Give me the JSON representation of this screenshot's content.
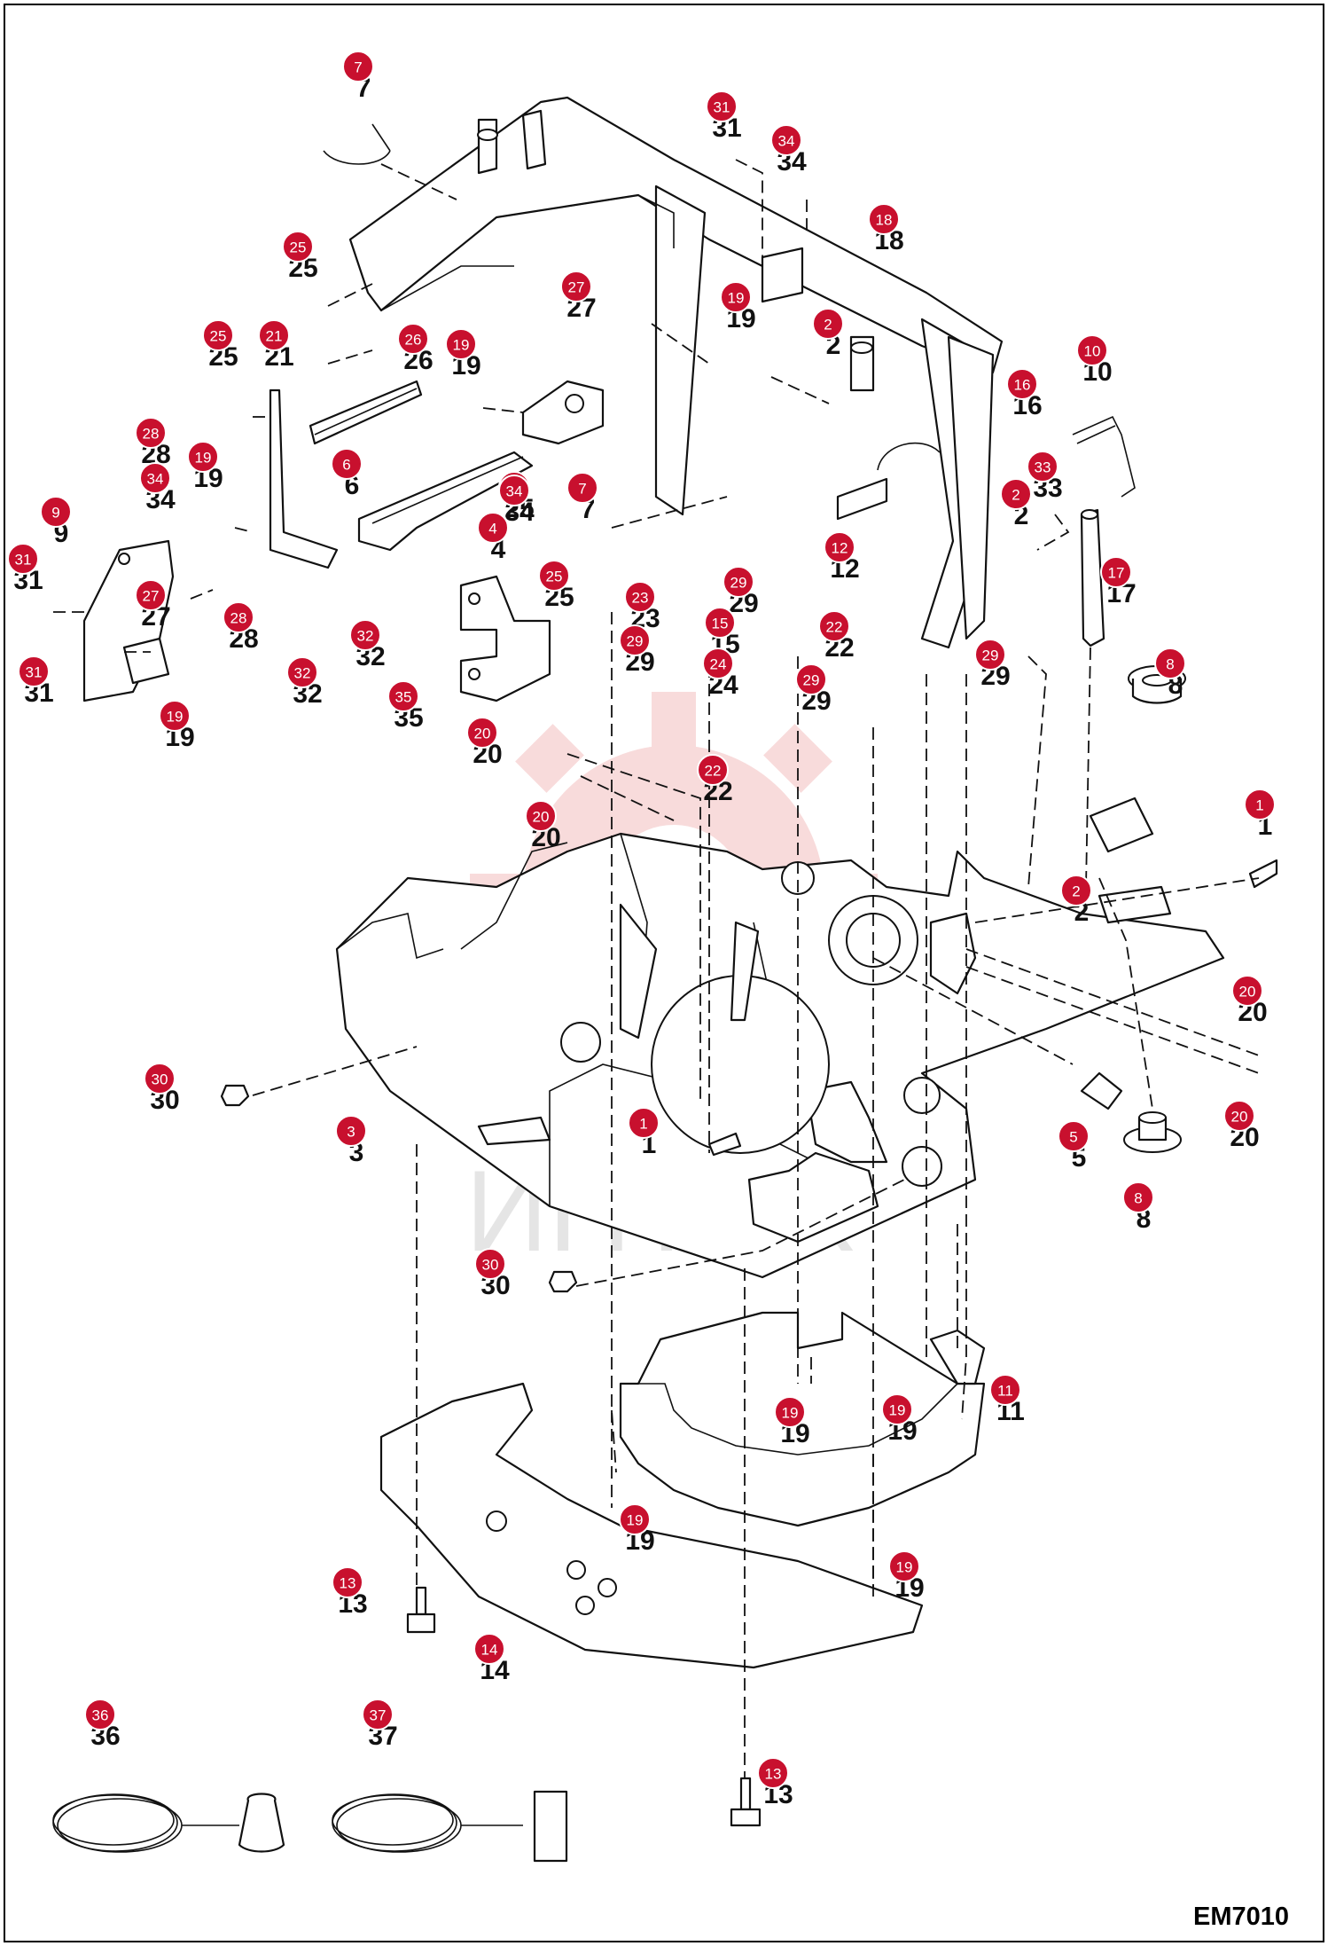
{
  "diagram_code": "EM7010",
  "watermark": {
    "text": "ИНТЕХ",
    "color": "#e8a0a0"
  },
  "colors": {
    "marker": "#c8102e",
    "line": "#111111"
  },
  "callouts": [
    {
      "n": "7"
    },
    {
      "n": "31"
    },
    {
      "n": "34"
    },
    {
      "n": "18"
    },
    {
      "n": "25"
    },
    {
      "n": "27"
    },
    {
      "n": "19"
    },
    {
      "n": "2"
    },
    {
      "n": "25"
    },
    {
      "n": "21"
    },
    {
      "n": "26"
    },
    {
      "n": "19"
    },
    {
      "n": "10"
    },
    {
      "n": "16"
    },
    {
      "n": "28"
    },
    {
      "n": "19"
    },
    {
      "n": "6"
    },
    {
      "n": "33"
    },
    {
      "n": "34"
    },
    {
      "n": "25"
    },
    {
      "n": "7"
    },
    {
      "n": "34"
    },
    {
      "n": "2"
    },
    {
      "n": "9"
    },
    {
      "n": "4"
    },
    {
      "n": "12"
    },
    {
      "n": "31"
    },
    {
      "n": "27"
    },
    {
      "n": "17"
    },
    {
      "n": "25"
    },
    {
      "n": "29"
    },
    {
      "n": "28"
    },
    {
      "n": "23"
    },
    {
      "n": "15"
    },
    {
      "n": "22"
    },
    {
      "n": "32"
    },
    {
      "n": "29"
    },
    {
      "n": "29"
    },
    {
      "n": "31"
    },
    {
      "n": "24"
    },
    {
      "n": "8"
    },
    {
      "n": "32"
    },
    {
      "n": "29"
    },
    {
      "n": "19"
    },
    {
      "n": "35"
    },
    {
      "n": "20"
    },
    {
      "n": "22"
    },
    {
      "n": "20"
    },
    {
      "n": "1"
    },
    {
      "n": "2"
    },
    {
      "n": "20"
    },
    {
      "n": "30"
    },
    {
      "n": "1"
    },
    {
      "n": "3"
    },
    {
      "n": "5"
    },
    {
      "n": "20"
    },
    {
      "n": "8"
    },
    {
      "n": "30"
    },
    {
      "n": "19"
    },
    {
      "n": "19"
    },
    {
      "n": "11"
    },
    {
      "n": "19"
    },
    {
      "n": "19"
    },
    {
      "n": "13"
    },
    {
      "n": "14"
    },
    {
      "n": "36"
    },
    {
      "n": "37"
    },
    {
      "n": "13"
    }
  ]
}
